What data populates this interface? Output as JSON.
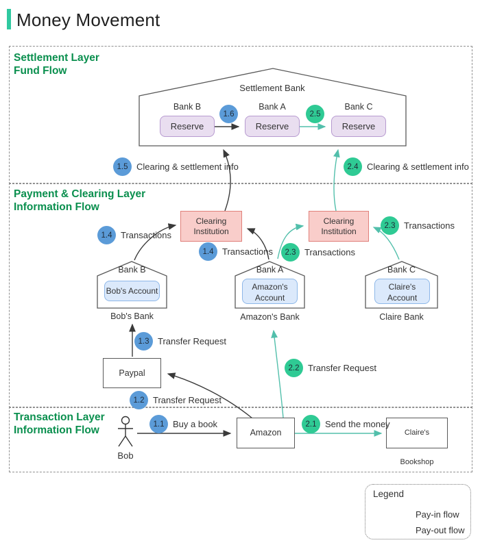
{
  "title": "Money Movement",
  "layers": {
    "settlement": {
      "line1": "Settlement Layer",
      "line2": "Fund Flow"
    },
    "payment": {
      "line1": "Payment & Clearing Layer",
      "line2": "Information Flow"
    },
    "transaction": {
      "line1": "Transaction Layer",
      "line2": "Information Flow"
    }
  },
  "settlement_bank": {
    "label": "Settlement Bank",
    "columns": [
      {
        "bank": "Bank B",
        "box": "Reserve"
      },
      {
        "bank": "Bank A",
        "box": "Reserve"
      },
      {
        "bank": "Bank C",
        "box": "Reserve"
      }
    ]
  },
  "clearing": {
    "left": "Clearing Institution",
    "right": "Clearing Institution"
  },
  "banks": [
    {
      "name": "Bank B",
      "account": "Bob's Account",
      "caption": "Bob's Bank"
    },
    {
      "name": "Bank A",
      "account": "Amazon's Account",
      "caption": "Amazon's Bank"
    },
    {
      "name": "Bank C",
      "account": "Claire's Account",
      "caption": "Claire Bank"
    }
  ],
  "entities": {
    "paypal": "Paypal",
    "amazon": "Amazon",
    "bookshop": "Claire's Bookshop",
    "actor": "Bob"
  },
  "steps": [
    {
      "num": "1.1",
      "label": "Buy a book",
      "type": "blue"
    },
    {
      "num": "1.2",
      "label": "Transfer Request",
      "type": "blue"
    },
    {
      "num": "1.3",
      "label": "Transfer Request",
      "type": "blue"
    },
    {
      "num": "1.4",
      "label": "Transactions",
      "type": "blue"
    },
    {
      "num": "1.4",
      "label": "Transactions",
      "type": "blue"
    },
    {
      "num": "1.5",
      "label": "Clearing & settlement info",
      "type": "blue"
    },
    {
      "num": "1.6",
      "label": "",
      "type": "blue"
    },
    {
      "num": "2.1",
      "label": "Send the money",
      "type": "green"
    },
    {
      "num": "2.2",
      "label": "Transfer Request",
      "type": "green"
    },
    {
      "num": "2.3",
      "label": "Transactions",
      "type": "green"
    },
    {
      "num": "2.3",
      "label": "Transactions",
      "type": "green"
    },
    {
      "num": "2.4",
      "label": "Clearing & settlement info",
      "type": "green"
    },
    {
      "num": "2.5",
      "label": "",
      "type": "green"
    }
  ],
  "legend": {
    "title": "Legend",
    "items": [
      {
        "label": "Pay-in flow",
        "color": "#3a3a3a"
      },
      {
        "label": "Pay-out flow",
        "color": "#52bfab"
      }
    ]
  },
  "colors": {
    "accent_teal": "#2fc9a0",
    "step_blue": "#5b9bd8",
    "step_green": "#2fca94",
    "arrow_black": "#3a3a3a",
    "arrow_teal": "#52bfab",
    "layer_label_green": "#0a8f4e",
    "reserve_fill": "#e9def0",
    "reserve_border": "#b79ad0",
    "account_fill": "#dbe9fb",
    "account_border": "#8db7e8",
    "clearing_fill": "#f9cdca",
    "clearing_border": "#e0807a"
  }
}
